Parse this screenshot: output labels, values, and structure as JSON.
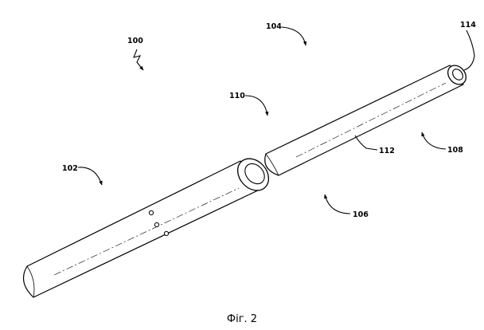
{
  "figure": {
    "caption": "Фіг. 2"
  },
  "labels": {
    "ref_100": "100",
    "ref_102": "102",
    "ref_104": "104",
    "ref_106": "106",
    "ref_108": "108",
    "ref_110": "110",
    "ref_112": "112",
    "ref_114": "114"
  }
}
